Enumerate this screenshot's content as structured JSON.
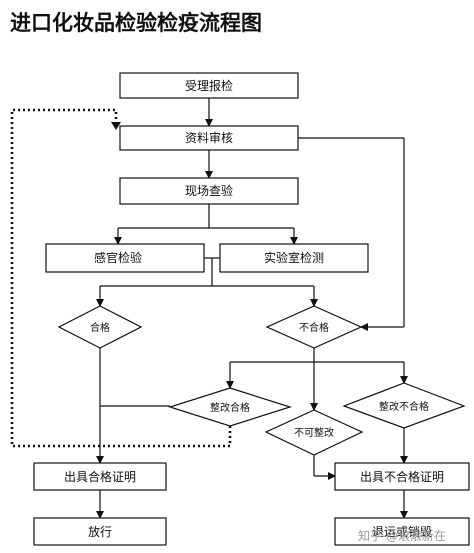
{
  "title": "进口化妆品检验检疫流程图",
  "nodes": {
    "accept": "受理报检",
    "review": "资料审核",
    "onsite": "现场查验",
    "sensory": "感官检验",
    "lab": "实验室检测",
    "pass": "合格",
    "fail": "不合格",
    "rectify_pass": "整改合格",
    "not_rectifiable": "不可整改",
    "rectify_fail": "整改不合格",
    "pass_cert": "出具合格证明",
    "fail_cert": "出具不合格证明",
    "release": "放行",
    "return_destroy": "退运或销毁"
  },
  "watermark": "知乎 @滚滚新在"
}
